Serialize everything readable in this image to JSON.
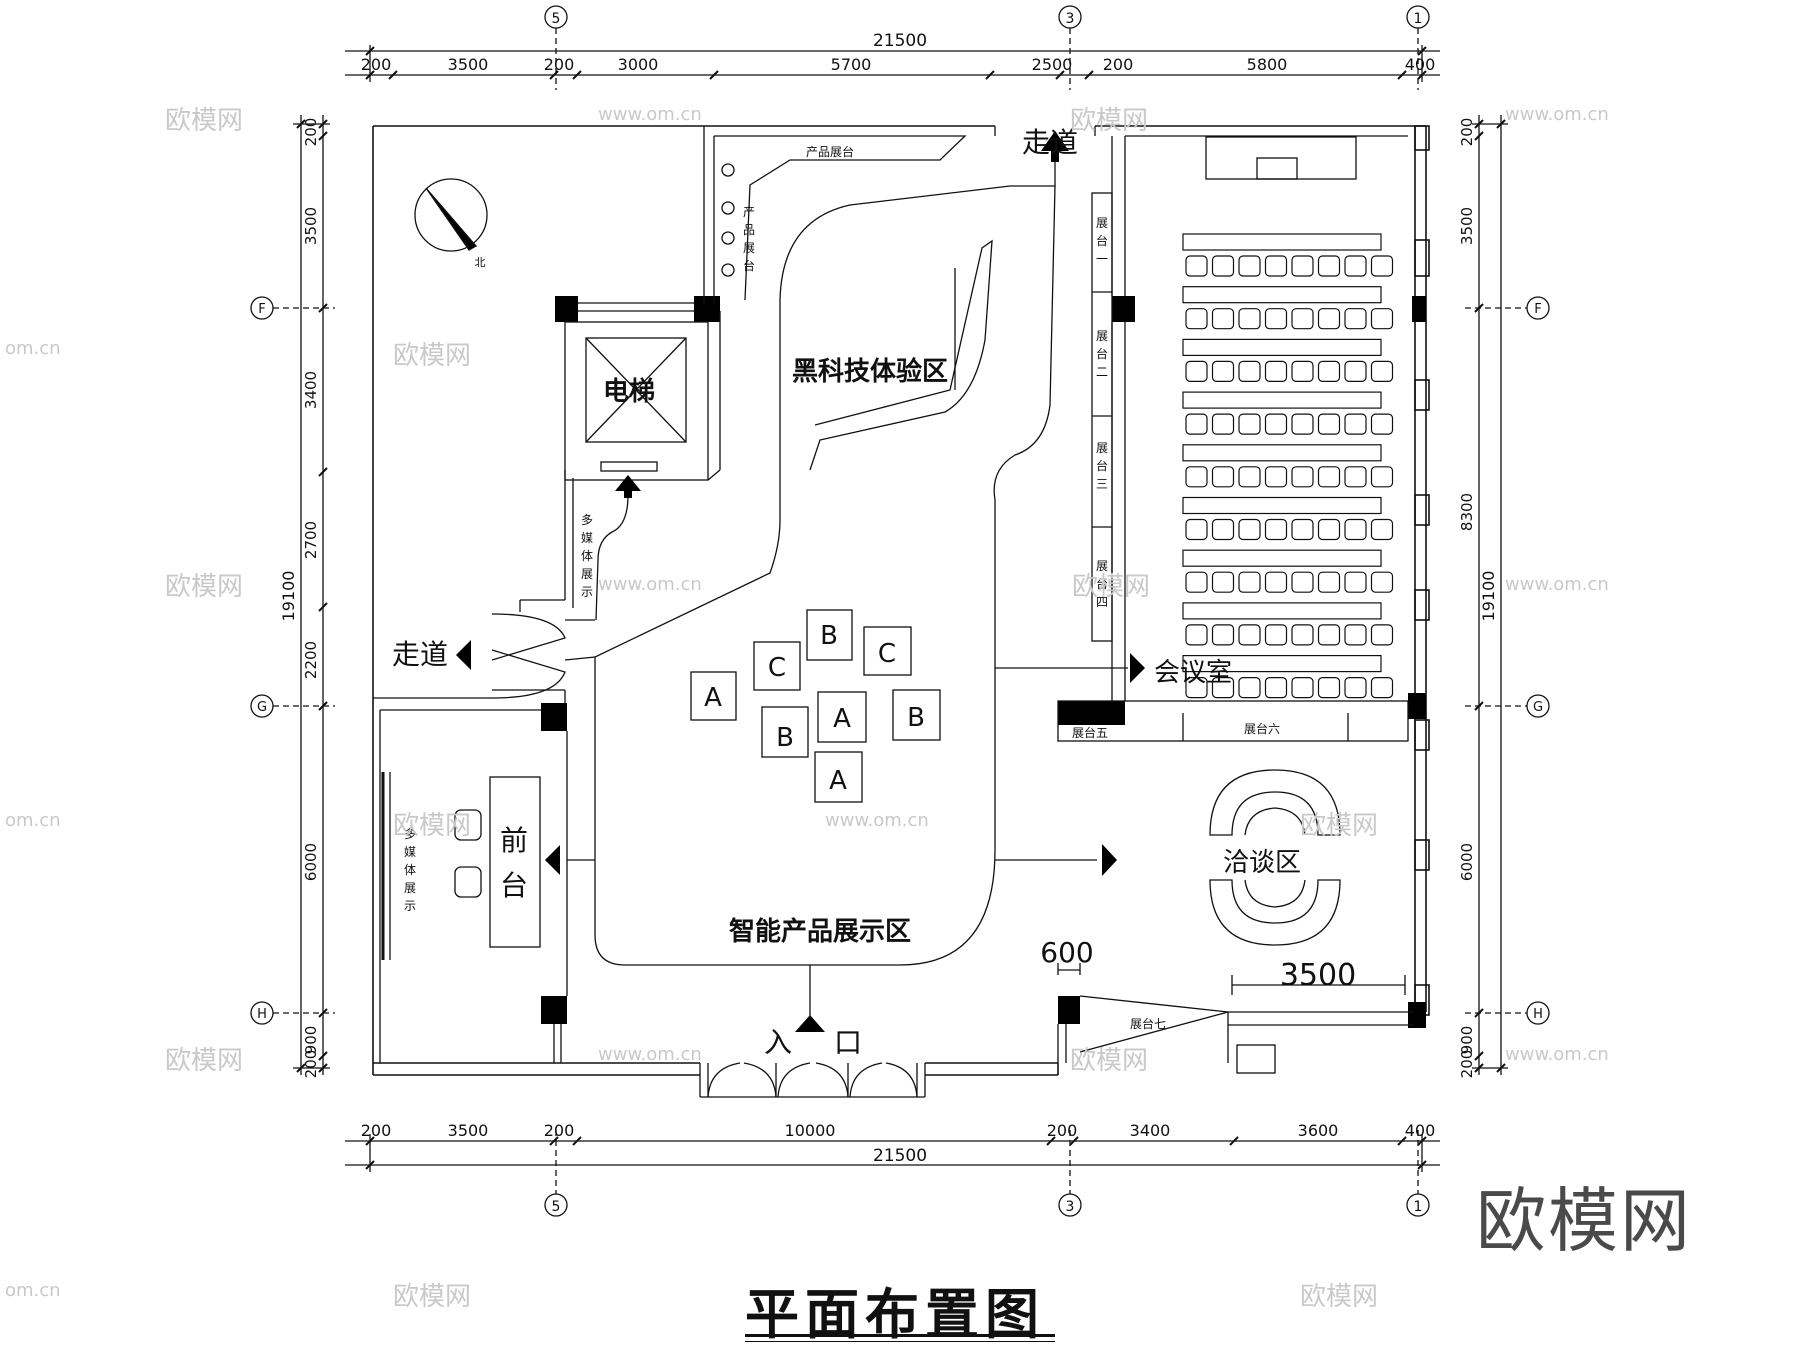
{
  "title": "平面布置图",
  "brand": "欧模网",
  "watermark": {
    "cn": "欧模网",
    "url": "www.om.cn",
    "url_short": "om.cn"
  },
  "axes": {
    "a5": "5",
    "a3": "3",
    "a1": "1",
    "aF": "F",
    "aG": "G",
    "aH": "H"
  },
  "dims": {
    "top_total": "21500",
    "top": [
      "200",
      "3500",
      "200",
      "3000",
      "5700",
      "2500",
      "200",
      "5800",
      "400"
    ],
    "bottom_total": "21500",
    "bottom": [
      "200",
      "3500",
      "200",
      "10000",
      "200",
      "3400",
      "3600",
      "400"
    ],
    "left_total": "19100",
    "left": [
      "200",
      "3500",
      "3400",
      "2700",
      "2200",
      "6000",
      "900",
      "200"
    ],
    "right_total": "19100",
    "right": [
      "200",
      "3500",
      "8300",
      "6000",
      "900",
      "200"
    ],
    "d600": "600",
    "d3500": "3500"
  },
  "rooms": {
    "elevator": "电梯",
    "black_tech": "黑科技体验区",
    "smart_products": "智能产品展示区",
    "corridor_top": "走道",
    "corridor_left": "走道",
    "meeting": "会议室",
    "negotiation": "洽谈区",
    "reception": [
      "前",
      "台"
    ],
    "entrance": [
      "入",
      "口"
    ]
  },
  "labels": {
    "product_counter_h": "产品展台",
    "product_counter_v": [
      "产",
      "品",
      "展",
      "台"
    ],
    "multimedia": [
      "多",
      "媒",
      "体",
      "展",
      "示"
    ],
    "north": "北",
    "stand1": [
      "展",
      "台",
      "一"
    ],
    "stand2": [
      "展",
      "台",
      "二"
    ],
    "stand3": [
      "展",
      "台",
      "三"
    ],
    "stand4": [
      "展",
      "台",
      "四"
    ],
    "stand5": "展台五",
    "stand6": "展台六",
    "stand7": "展台七"
  },
  "kiosks": [
    "A",
    "C",
    "B",
    "C",
    "B",
    "A",
    "B",
    "A"
  ]
}
